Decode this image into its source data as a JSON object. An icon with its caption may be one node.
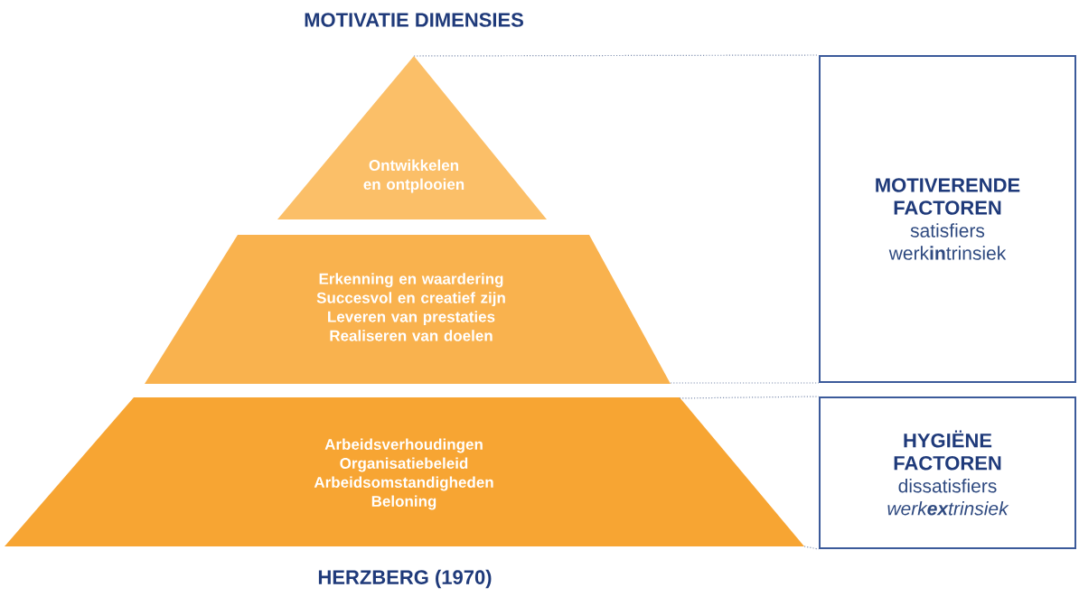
{
  "diagram": {
    "title": "MOTIVATIE DIMENSIES",
    "caption": "HERZBERG (1970)",
    "nodes": [
      {
        "text": [
          "Ontwikkelen en ontplooien"
        ]
      },
      {
        "text": [
          "Erkenning en waardering",
          "Succesvol en creatief zijn",
          "Leveren van prestaties",
          "Realiseren van doelen"
        ]
      },
      {
        "text": [
          "Arbeidsverhoudingen",
          "Organisatiebeleid",
          "Arbeidsomstandigheden",
          "Beloning"
        ]
      },
      {
        "text": [
          "MOTIVERENDE FACTOREN",
          "satisfiers",
          "werk**in**trinsiek"
        ]
      },
      {
        "text": [
          "HYGIËNE FACTOREN",
          "dissatisfiers",
          "werk**ex**trinsiek"
        ]
      }
    ],
    "edges": [
      {
        "from": 0,
        "to": 3,
        "arrow": "none",
        "style": "dashed"
      },
      {
        "from": 1,
        "to": 3,
        "arrow": "none",
        "style": "dashed"
      },
      {
        "from": 2,
        "to": 4,
        "arrow": "none",
        "style": "dashed"
      },
      {
        "from": 2,
        "to": 4,
        "arrow": "none",
        "style": "dashed"
      }
    ]
  }
}
